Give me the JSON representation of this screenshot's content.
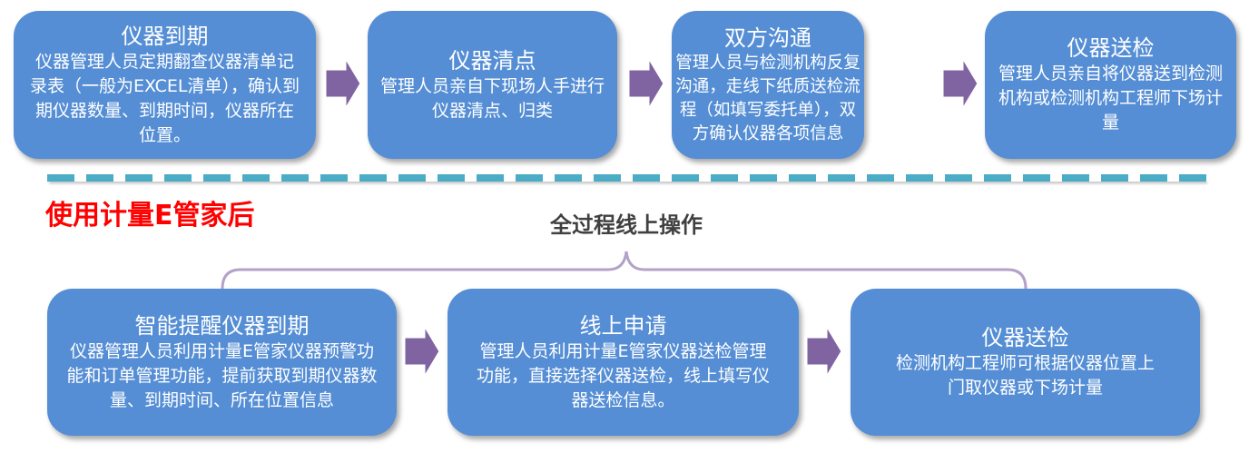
{
  "before_steps": [
    {
      "title": "仪器到期",
      "desc": "仪器管理人员定期翻查仪器清单记录表（一般为EXCEL清单），确认到期仪器数量、到期时间，仪器所在位置。"
    },
    {
      "title": "仪器清点",
      "desc": "管理人员亲自下现场人手进行仪器清点、归类"
    },
    {
      "title": "双方沟通",
      "desc": "管理人员与检测机构反复沟通，走线下纸质送检流程（如填写委托单），双方确认仪器各项信息"
    },
    {
      "title": "仪器送检",
      "desc": "管理人员亲自将仪器送到检测机构或检测机构工程师下场计量"
    }
  ],
  "after_label": "使用计量E管家后",
  "brace_label": "全过程线上操作",
  "after_steps": [
    {
      "title": "智能提醒仪器到期",
      "desc": "仪器管理人员利用计量E管家仪器预警功能和订单管理功能，提前获取到期仪器数量、到期时间、所在位置信息"
    },
    {
      "title": "线上申请",
      "desc": "管理人员利用计量E管家仪器送检管理功能，直接选择仪器送检，线上填写仪器送检信息。"
    },
    {
      "title": "仪器送检",
      "desc": "检测机构工程师可根据仪器位置上门取仪器或下场计量"
    }
  ],
  "colors": {
    "box": "#558ed5",
    "arrow": "#8064a2",
    "dash": "#4bacc6",
    "highlight": "#ff0000",
    "brace": "#b3a2c7"
  }
}
